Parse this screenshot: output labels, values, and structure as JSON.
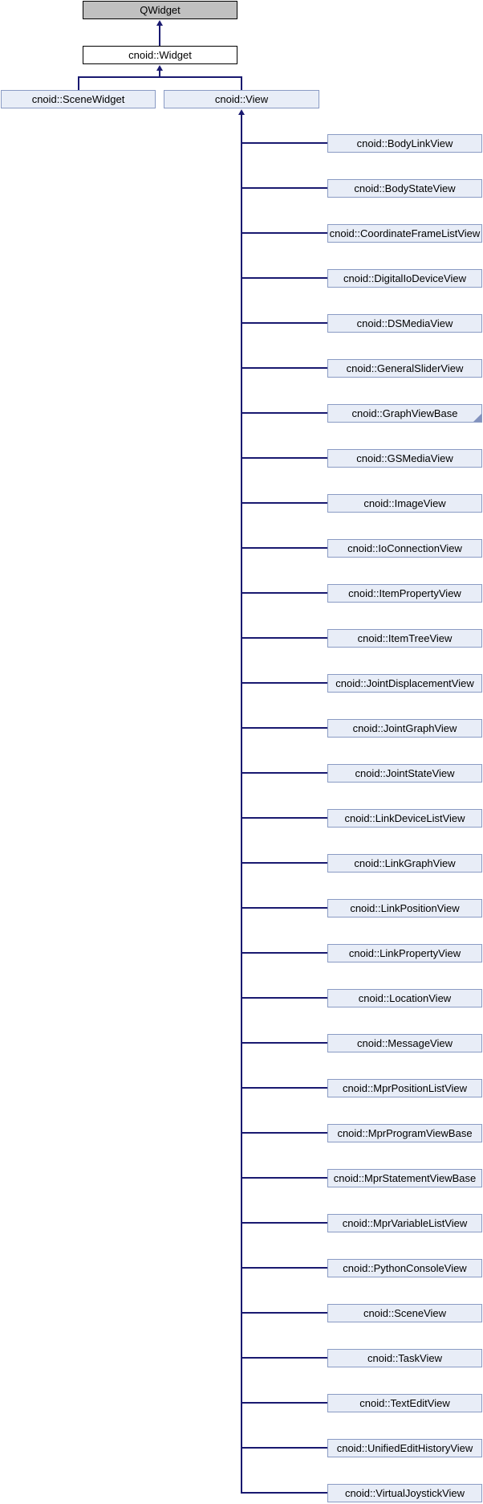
{
  "diagram": {
    "type": "class-inheritance-graph",
    "root": {
      "label": "QWidget"
    },
    "widget": {
      "label": "cnoid::Widget"
    },
    "scene_widget": {
      "label": "cnoid::SceneWidget"
    },
    "view": {
      "label": "cnoid::View"
    },
    "subclasses": [
      {
        "label": "cnoid::BodyLinkView"
      },
      {
        "label": "cnoid::BodyStateView"
      },
      {
        "label": "cnoid::CoordinateFrameListView"
      },
      {
        "label": "cnoid::DigitalIoDeviceView"
      },
      {
        "label": "cnoid::DSMediaView"
      },
      {
        "label": "cnoid::GeneralSliderView"
      },
      {
        "label": "cnoid::GraphViewBase",
        "has_hidden_subclasses": true
      },
      {
        "label": "cnoid::GSMediaView"
      },
      {
        "label": "cnoid::ImageView"
      },
      {
        "label": "cnoid::IoConnectionView"
      },
      {
        "label": "cnoid::ItemPropertyView"
      },
      {
        "label": "cnoid::ItemTreeView"
      },
      {
        "label": "cnoid::JointDisplacementView"
      },
      {
        "label": "cnoid::JointGraphView"
      },
      {
        "label": "cnoid::JointStateView"
      },
      {
        "label": "cnoid::LinkDeviceListView"
      },
      {
        "label": "cnoid::LinkGraphView"
      },
      {
        "label": "cnoid::LinkPositionView"
      },
      {
        "label": "cnoid::LinkPropertyView"
      },
      {
        "label": "cnoid::LocationView"
      },
      {
        "label": "cnoid::MessageView"
      },
      {
        "label": "cnoid::MprPositionListView"
      },
      {
        "label": "cnoid::MprProgramViewBase"
      },
      {
        "label": "cnoid::MprStatementViewBase"
      },
      {
        "label": "cnoid::MprVariableListView"
      },
      {
        "label": "cnoid::PythonConsoleView"
      },
      {
        "label": "cnoid::SceneView"
      },
      {
        "label": "cnoid::TaskView"
      },
      {
        "label": "cnoid::TextEditView"
      },
      {
        "label": "cnoid::UnifiedEditHistoryView"
      },
      {
        "label": "cnoid::VirtualJoystickView"
      }
    ]
  },
  "colors": {
    "edge": "#191970",
    "root-fill": "#C0C0C0",
    "root-border": "#000000",
    "plain-fill": "#FFFFFF",
    "plain-border": "#000000",
    "link-fill": "#E8EDF7",
    "link-border": "#8A9BC4",
    "marker": "#8292BE",
    "text": "#000000"
  }
}
